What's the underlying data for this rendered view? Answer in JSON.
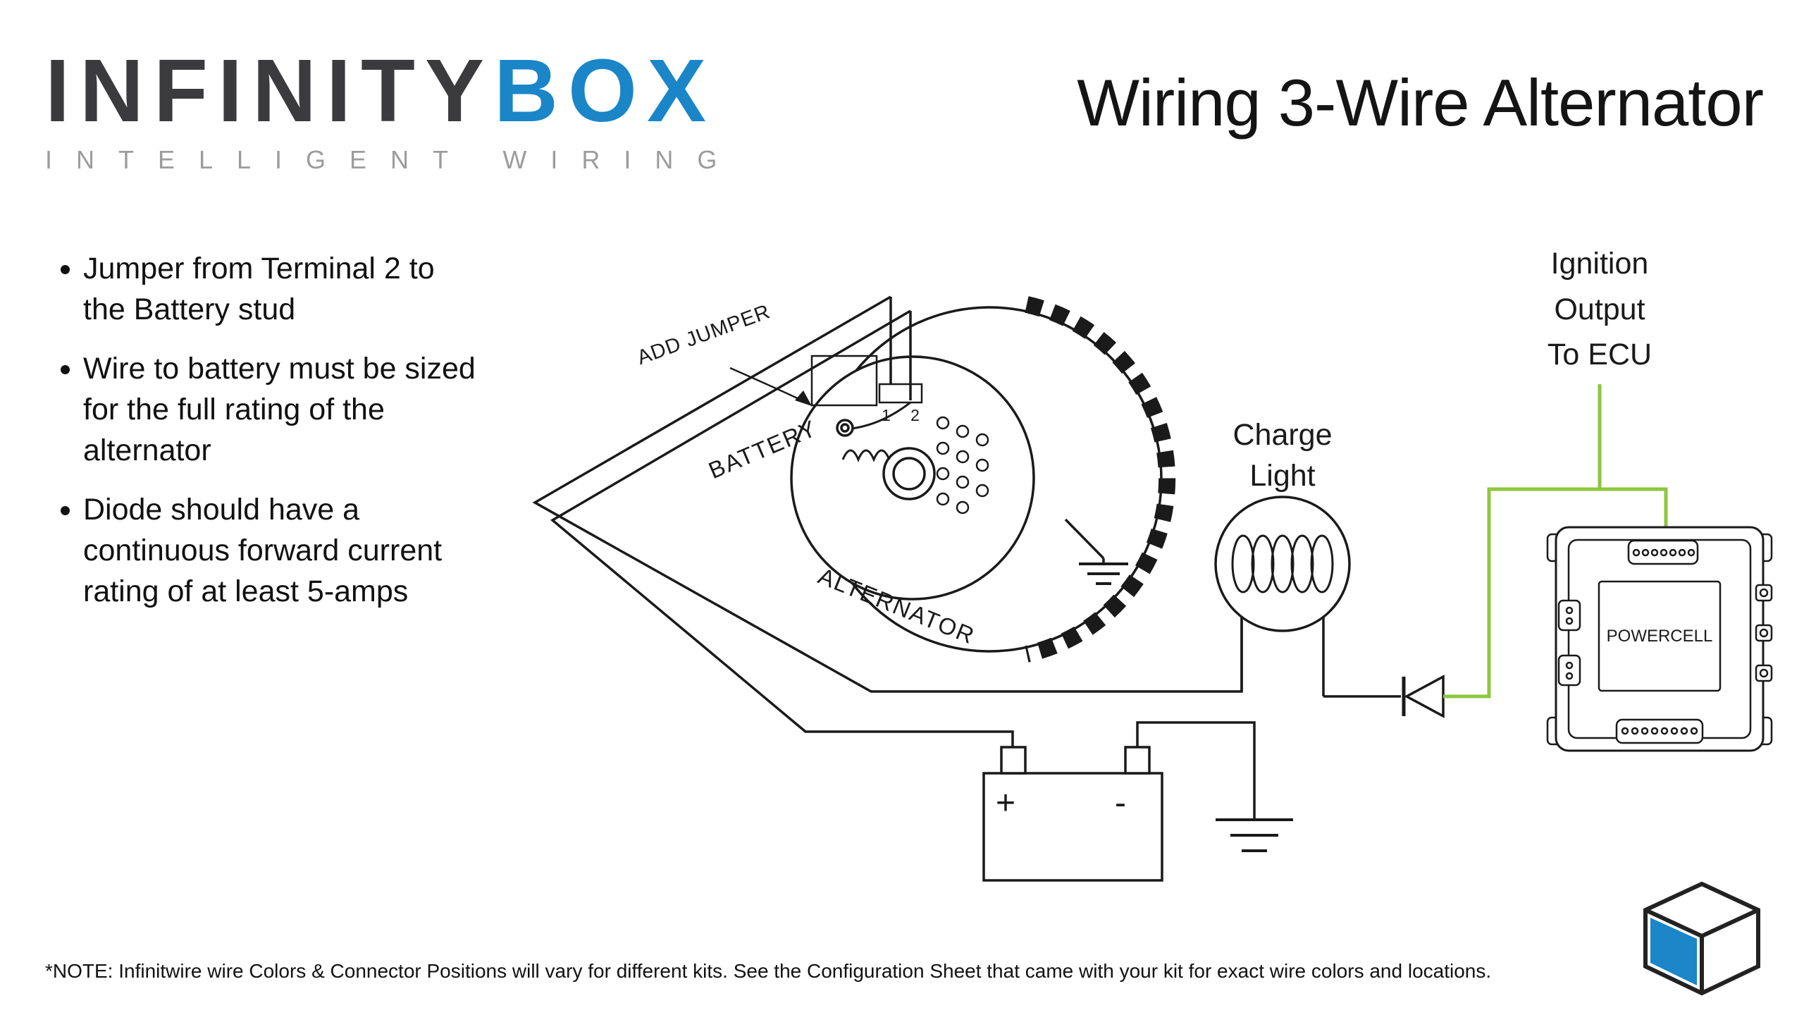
{
  "header": {
    "logo": {
      "part1": "INFINITY",
      "part2": "BOX",
      "tagline": "INTELLIGENT WIRING"
    },
    "title": "Wiring 3-Wire Alternator"
  },
  "notes": {
    "bullets": [
      "Jumper from Terminal 2 to\nthe Battery stud",
      "Wire to battery must be sized\nfor the full rating of the\nalternator",
      "Diode should have a\ncontinuous forward current\nrating of at least 5-amps"
    ]
  },
  "diagram": {
    "labels": {
      "add_jumper": "ADD JUMPER",
      "battery": "BATTERY",
      "alternator": "ALTERNATOR",
      "terminals": "1 2",
      "charge_light": "Charge\nLight",
      "ignition_output": "Ignition\nOutput\nTo ECU",
      "powercell": "POWERCELL",
      "battery_positive": "+",
      "battery_negative": "-"
    },
    "colors": {
      "wire_green": "#8dc63f",
      "line_black": "#1a1a1a",
      "brand_blue": "#1a86c8",
      "logo_gray": "#9c9c9c"
    }
  },
  "footer": {
    "note": "*NOTE: Infinitwire wire Colors & Connector Positions will vary for different kits.  See the Configuration Sheet that came with your kit for exact wire colors and locations."
  }
}
